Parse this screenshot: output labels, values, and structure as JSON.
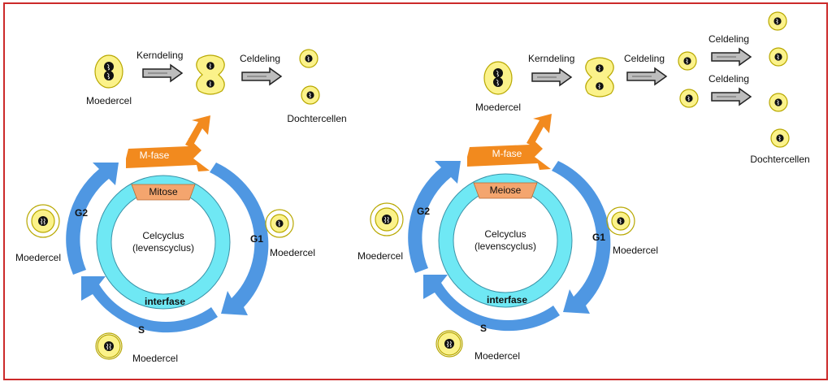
{
  "colors": {
    "frame": "#cc2a2a",
    "cell_fill": "#fbf28a",
    "cell_stroke": "#b8a800",
    "ring_outer": "#6fe8f4",
    "ring_inner": "#ffffff",
    "phase_arrow": "#4f97e2",
    "m_fase_arrow": "#f28a1e",
    "division_band": "#f4a56e"
  },
  "icons": [
    "cell-icon",
    "chromosome-icon",
    "gray-arrow-icon",
    "orange-arrow-icon",
    "blue-arc-arrow-icon"
  ],
  "left": {
    "kerndeling": "Kerndeling",
    "celdeling": "Celdeling",
    "moedercel_top": "Moedercel",
    "dochtercellen": "Dochtercellen",
    "m_fase": "M-fase",
    "division": "Mitose",
    "cycle_title": "Celcyclus",
    "cycle_subtitle": "(levenscyclus)",
    "interfase": "interfase",
    "g1": "G1",
    "g2": "G2",
    "s": "S",
    "moedercel_g1": "Moedercel",
    "moedercel_g2": "Moedercel",
    "moedercel_s": "Moedercel"
  },
  "right": {
    "kerndeling": "Kerndeling",
    "celdeling_1": "Celdeling",
    "celdeling_2a": "Celdeling",
    "celdeling_2b": "Celdeling",
    "moedercel_top": "Moedercel",
    "dochtercellen": "Dochtercellen",
    "m_fase": "M-fase",
    "division": "Meiose",
    "cycle_title": "Celcyclus",
    "cycle_subtitle": "(levenscyclus)",
    "interfase": "interfase",
    "g1": "G1",
    "g2": "G2",
    "s": "S",
    "moedercel_g1": "Moedercel",
    "moedercel_g2": "Moedercel",
    "moedercel_s": "Moedercel"
  }
}
